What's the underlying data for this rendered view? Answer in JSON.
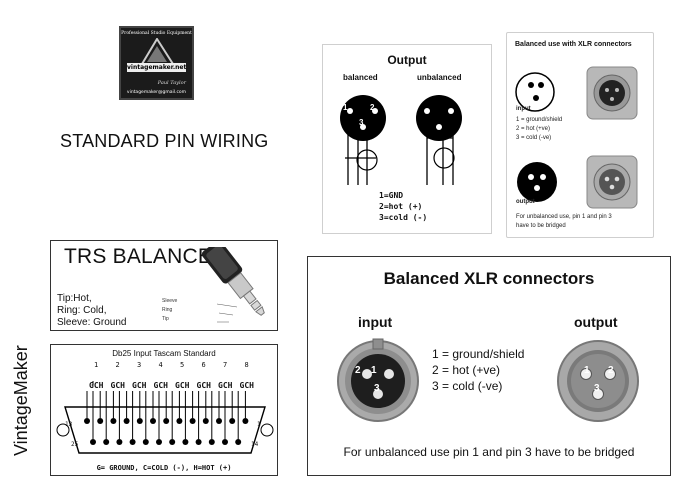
{
  "logo": {
    "top_text": "Professional Studio Equipment",
    "brand": "vintagemaker.net",
    "signature": "Paul Taylor",
    "email": "vintagemaker@gmail.com"
  },
  "standard_title": "STANDARD PIN WIRING",
  "output_panel": {
    "title": "Output",
    "balanced_label": "balanced",
    "unbalanced_label": "unbalanced",
    "pins": [
      "1",
      "2",
      "3"
    ],
    "legend": [
      "1=GND",
      "2=hot (+)",
      "3=cold (-)"
    ]
  },
  "xlr_small": {
    "title": "Balanced use with XLR connectors",
    "input_label": "input",
    "legend": [
      "1 = ground/shield",
      "2 = hot (+ve)",
      "3 = cold (-ve)"
    ],
    "output_label": "output",
    "note_line1": "For unbalanced use, pin 1 and pin 3",
    "note_line2": "have to be bridged"
  },
  "trs_panel": {
    "title": "TRS BALANCED",
    "lines": [
      "Tip:Hot,",
      "Ring: Cold,",
      "Sleeve: Ground"
    ],
    "parts": [
      "Sleeve",
      "Ring",
      "Tip"
    ]
  },
  "db25": {
    "title": "Db25 Input Tascam Standard",
    "channels": [
      "1",
      "2",
      "3",
      "4",
      "5",
      "6",
      "7",
      "8"
    ],
    "gch": "GCH",
    "pin_13": "13",
    "pin_1": "1",
    "pin_25": "25",
    "pin_14": "14",
    "footer": "G= GROUND, C=COLD (-), H=HOT (+)"
  },
  "vertical_brand": "VintageMaker",
  "xlr_big": {
    "title": "Balanced XLR connectors",
    "input_label": "input",
    "output_label": "output",
    "legend": [
      "1 = ground/shield",
      "2 = hot (+ve)",
      "3 = cold (-ve)"
    ],
    "pins": [
      "1",
      "2",
      "3"
    ],
    "footer": "For unbalanced use pin 1 and pin 3 have to be bridged"
  }
}
